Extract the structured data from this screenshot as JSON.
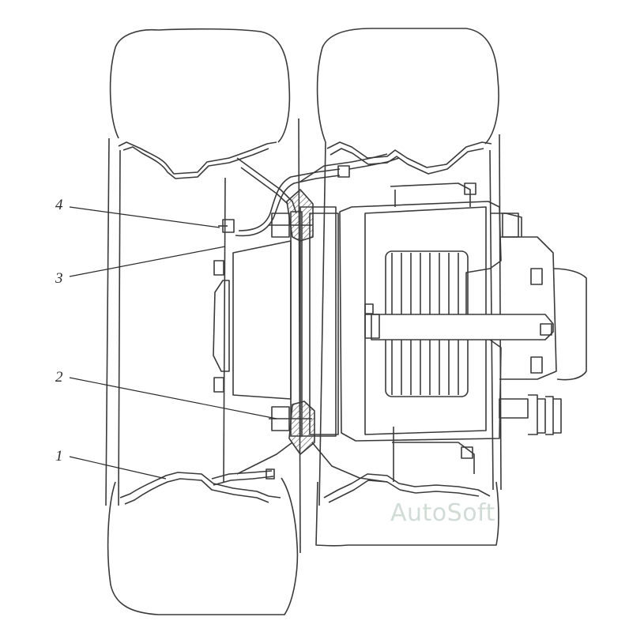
{
  "callouts": [
    {
      "id": "c4",
      "label": "4"
    },
    {
      "id": "c3",
      "label": "3"
    },
    {
      "id": "c2",
      "label": "2"
    },
    {
      "id": "c1",
      "label": "1"
    }
  ],
  "watermark": "AutoSoft",
  "colors": {
    "line": "#3a3a3a",
    "paper": "#ffffff",
    "hatch": "#6a6a6a",
    "watermark": "#c9d6d0"
  }
}
